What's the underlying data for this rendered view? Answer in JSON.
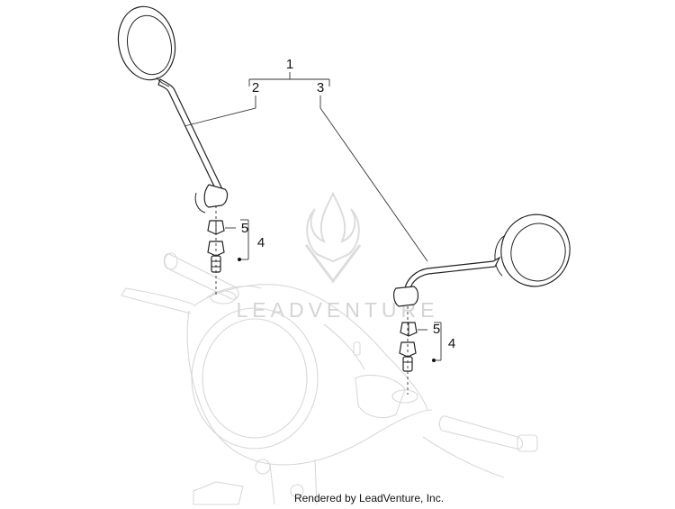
{
  "callouts": {
    "assembly": "1",
    "left_mirror": "2",
    "right_mirror": "3",
    "screw_left": "4",
    "nut_left": "5",
    "screw_right": "4",
    "nut_right": "5"
  },
  "watermark": {
    "brand": "LEADVENTURE"
  },
  "credit": "Rendered by LeadVenture, Inc.",
  "colors": {
    "line": "#222222",
    "ghost": "#d8d8d8",
    "watermark": "#d4d4d4"
  }
}
